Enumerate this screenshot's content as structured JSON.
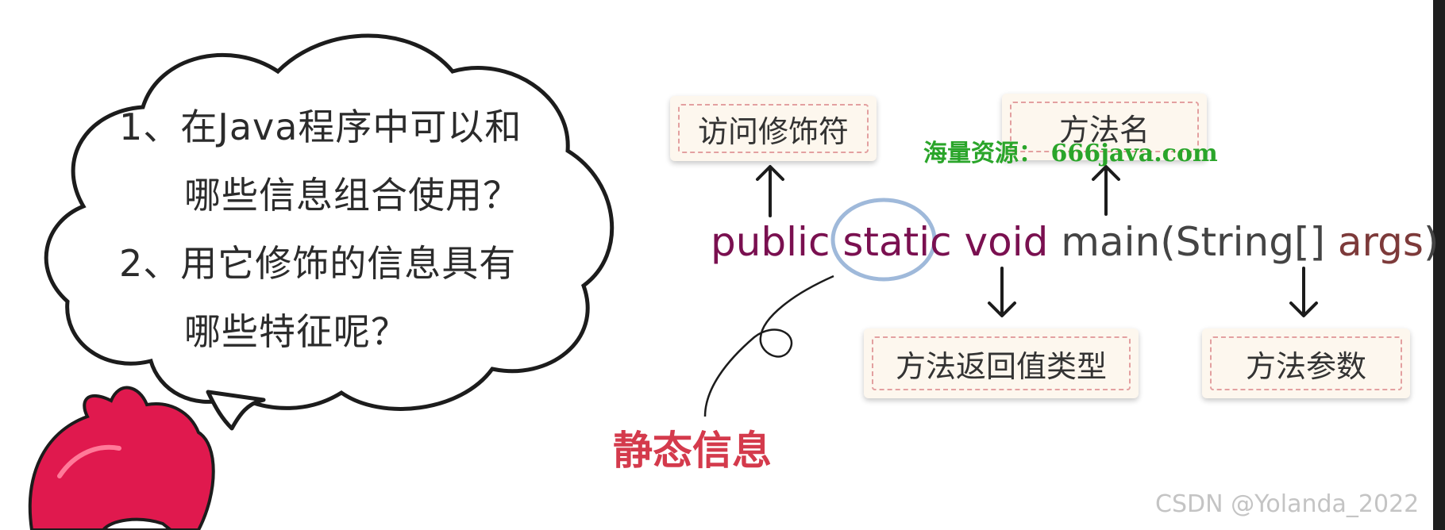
{
  "bubble": {
    "line1": "1、在Java程序中可以和",
    "line2": "哪些信息组合使用？",
    "line3": "2、用它修饰的信息具有",
    "line4": "哪些特征呢？"
  },
  "labels": {
    "access_modifier": "访问修饰符",
    "method_name": "方法名",
    "return_type": "方法返回值类型",
    "method_params": "方法参数"
  },
  "code": {
    "public": "public",
    "static": "static",
    "void": "void",
    "main": "main",
    "lparen": "(",
    "string": "String[]",
    "args": "args",
    "rparen": ")"
  },
  "static_info": "静态信息",
  "watermark": "海量资源： 666java.com",
  "credit": "CSDN @Yolanda_2022",
  "icons": [
    "arrow-up-icon",
    "arrow-down-icon",
    "cartoon-character"
  ],
  "colors": {
    "keyword": "#7a1050",
    "highlight_circle": "#9fb9da",
    "static_info": "#d43a4c",
    "watermark": "#2aa52a",
    "label_dash": "#e3a0a0"
  }
}
